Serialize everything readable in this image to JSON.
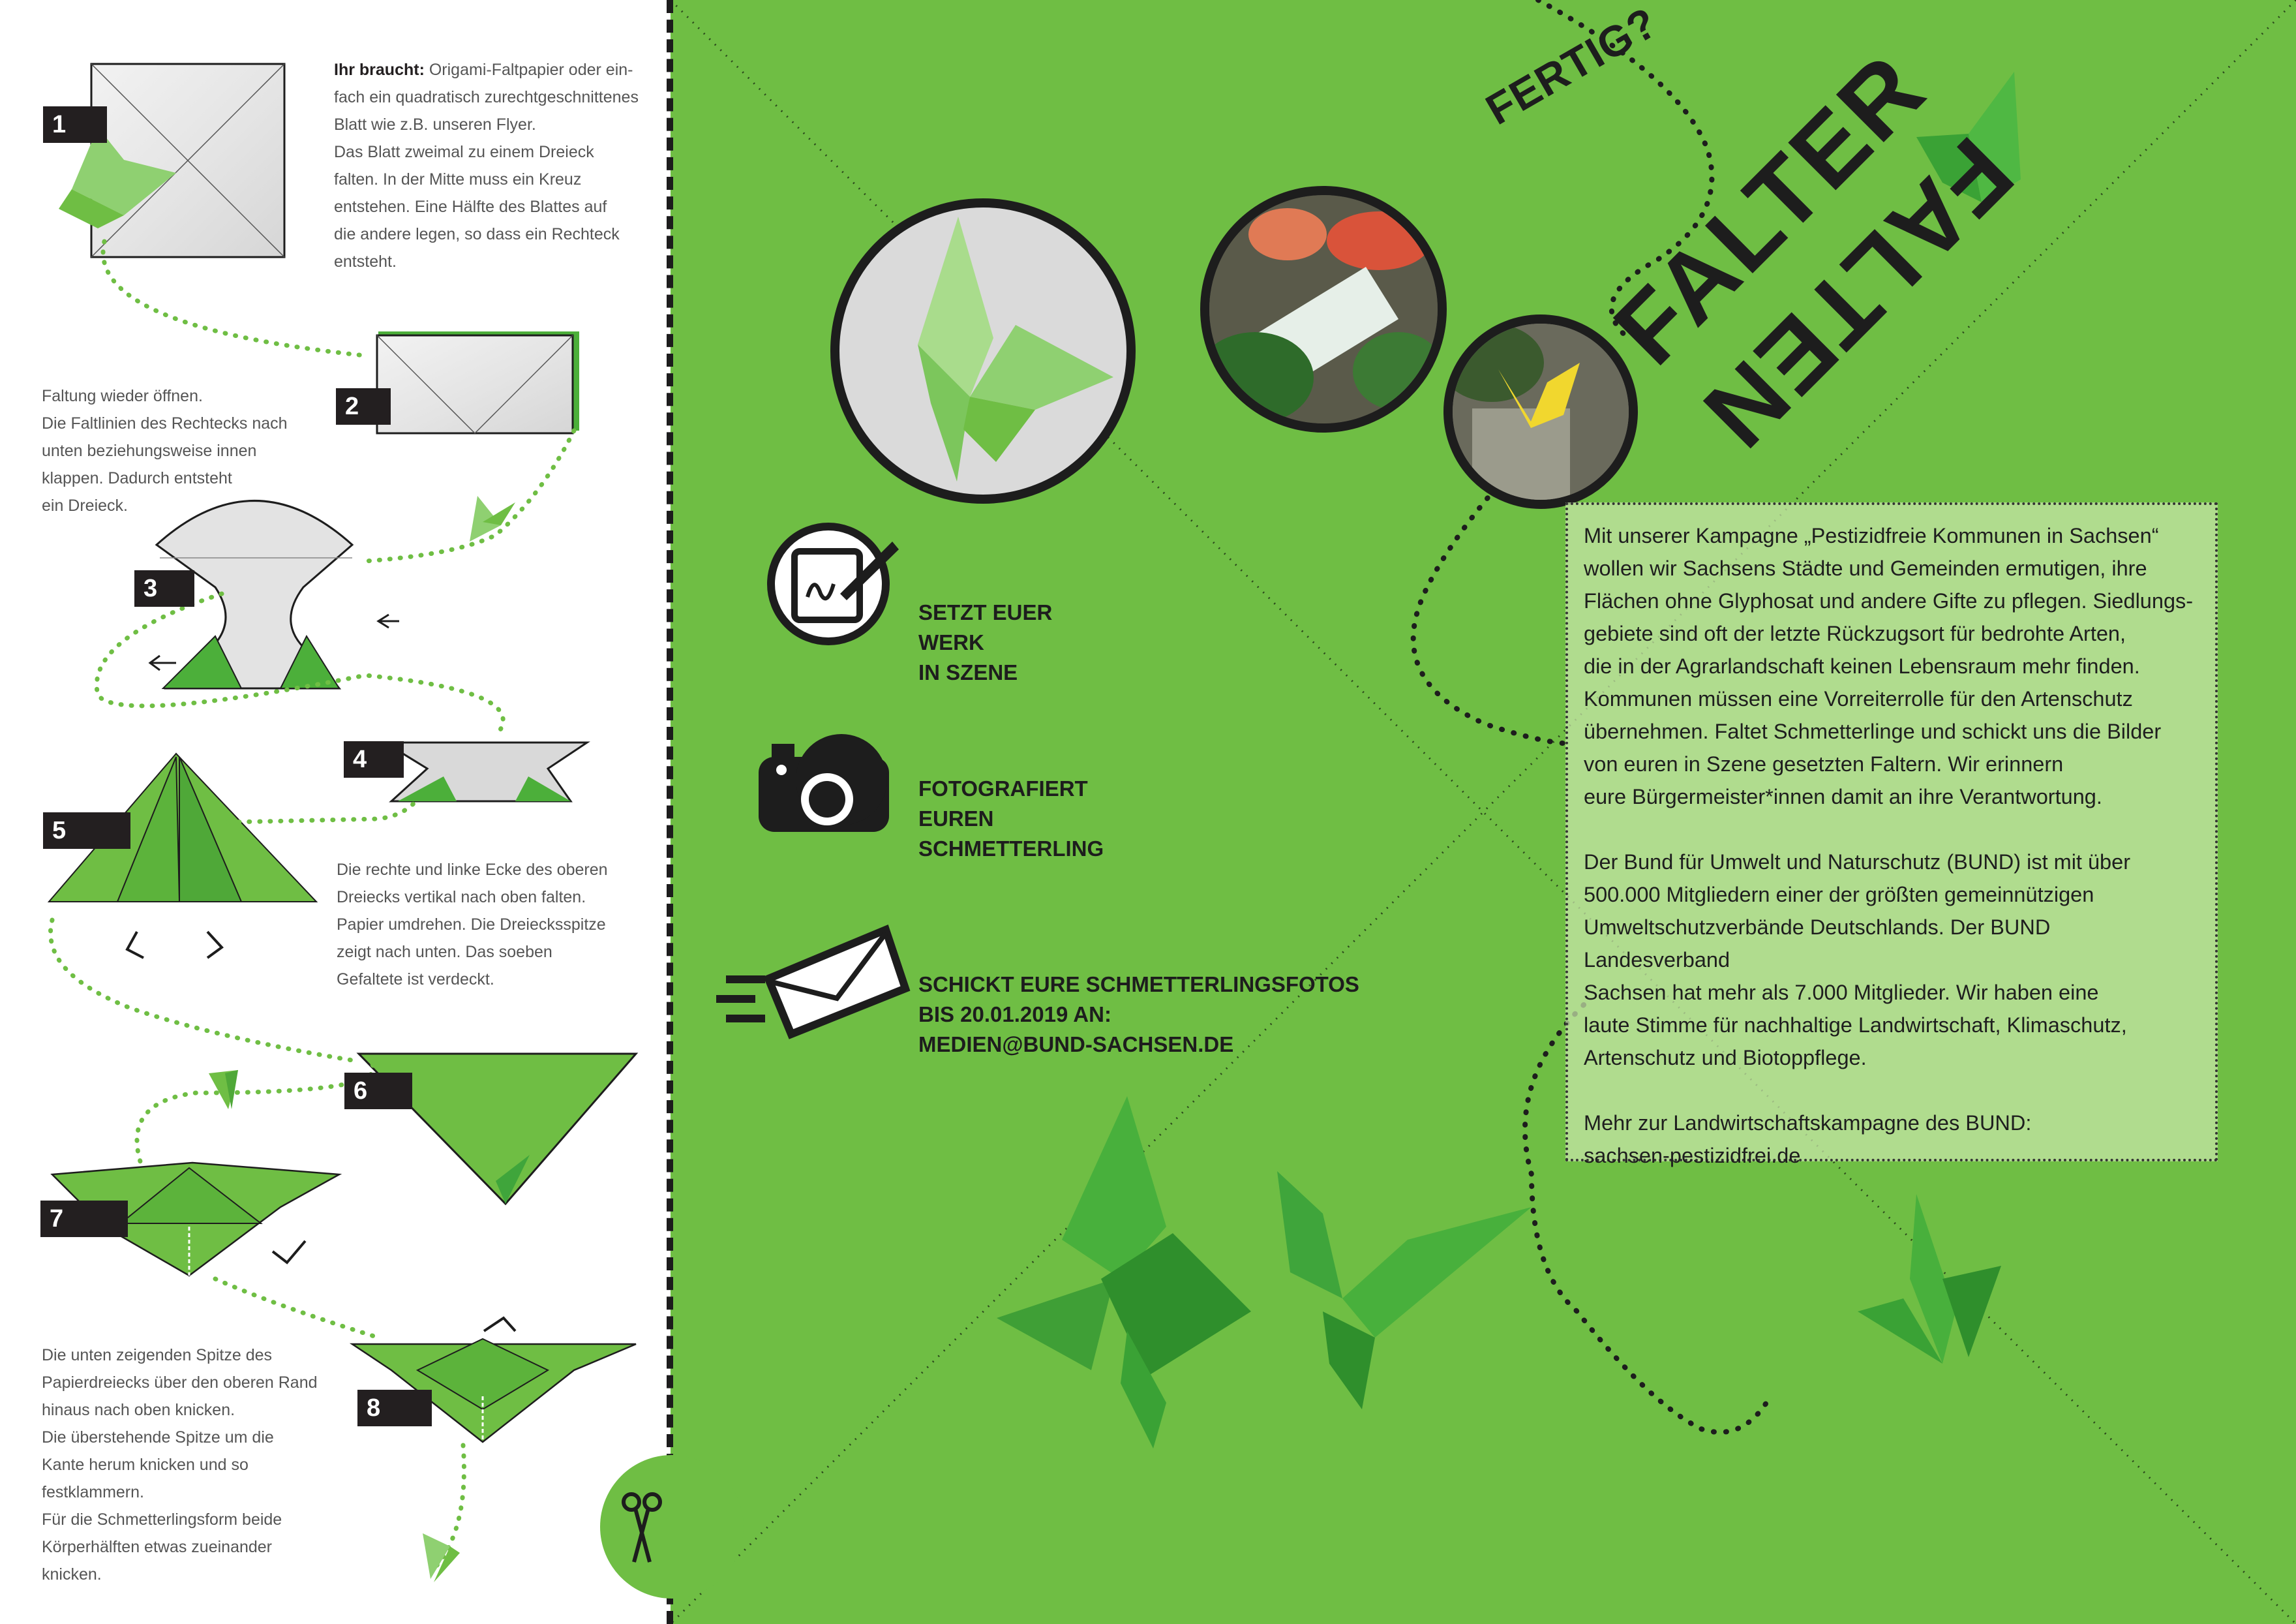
{
  "instructions": {
    "steps": [
      "1",
      "2",
      "3",
      "4",
      "5",
      "6",
      "7",
      "8"
    ],
    "text_block_1": {
      "bold_lead": "Ihr braucht:",
      "lines": [
        "Origami-Faltpapier oder ein-",
        "fach ein quadratisch zurechtgeschnittenes",
        "Blatt wie z.B. unseren Flyer.",
        "Das Blatt zweimal zu einem Dreieck",
        "falten. In der Mitte muss ein Kreuz",
        "entstehen. Eine Hälfte des Blattes auf",
        "die andere legen, so dass ein Rechteck",
        "entsteht."
      ]
    },
    "text_block_2": {
      "lines": [
        "Faltung wieder öffnen.",
        "Die Faltlinien des Rechtecks nach",
        "unten beziehungsweise innen",
        "klappen. Dadurch entsteht",
        "ein Dreieck."
      ]
    },
    "text_block_3": {
      "lines": [
        "Die rechte und linke Ecke des oberen",
        "Dreiecks vertikal nach oben falten.",
        "Papier umdrehen. Die Dreiecksspitze",
        "zeigt nach unten. Das soeben",
        "Gefaltete ist verdeckt."
      ]
    },
    "text_block_4": {
      "lines": [
        "Die unten zeigenden Spitze des",
        "Papierdreiecks über den oberen Rand",
        "hinaus nach oben knicken.",
        "Die überstehende Spitze um die",
        "Kante herum knicken und so",
        "festklammern.",
        "Für die Schmetterlingsform beide",
        "Körperhälften etwas zueinander",
        "knicken."
      ]
    }
  },
  "fertig_label": "FERTIG?",
  "actions": [
    {
      "icon": "pen-tablet-icon",
      "lines": [
        "SETZT EUER",
        "WERK",
        "IN SZENE"
      ]
    },
    {
      "icon": "camera-icon",
      "lines": [
        "FOTOGRAFIERT",
        "EUREN",
        "SCHMETTERLING"
      ]
    },
    {
      "icon": "envelope-icon",
      "lines": [
        "SCHICKT EURE SCHMETTERLINGSFOTOS",
        "BIS 20.01.2019 AN:",
        "MEDIEN@BUND-SACHSEN.DE"
      ]
    }
  ],
  "title": {
    "line1": "FALTER",
    "line2": "FALTEN"
  },
  "info": {
    "para1_lines": [
      "Mit unserer Kampagne „Pestizidfreie Kommunen in Sachsen“",
      "wollen wir Sachsens Städte und Gemeinden ermutigen, ihre",
      "Flächen ohne Glyphosat und andere Gifte zu pflegen. Siedlungs-",
      "gebiete sind oft der letzte Rückzugsort für bedrohte Arten,",
      "die in der Agrarlandschaft keinen Lebensraum mehr finden.",
      "Kommunen müssen eine Vorreiterrolle für den Artenschutz",
      "übernehmen. Faltet Schmetterlinge und schickt uns die Bilder",
      "von euren in Szene gesetzten Faltern. Wir erinnern",
      "eure Bürgermeister*innen damit an ihre Verantwortung."
    ],
    "para2_lines": [
      "Der Bund für Umwelt und Naturschutz (BUND) ist mit über",
      "500.000 Mitgliedern einer der größten gemeinnützigen",
      "Umweltschutzverbände Deutschlands. Der BUND Landesverband",
      "Sachsen hat mehr als 7.000 Mitglieder. Wir haben eine",
      "laute Stimme für nachhaltige Landwirtschaft, Klimaschutz,",
      "Artenschutz und Biotoppflege."
    ],
    "para3_lines": [
      "Mehr zur Landwirtschaftskampagne des BUND:",
      "sachsen-pestizidfrei.de"
    ]
  },
  "colors": {
    "brand_green": "#6fbe44",
    "dark": "#231f20",
    "light_green_box": "#c9e8aa",
    "butterfly_light": "#8fd071",
    "butterfly_dark": "#3fa53b"
  }
}
